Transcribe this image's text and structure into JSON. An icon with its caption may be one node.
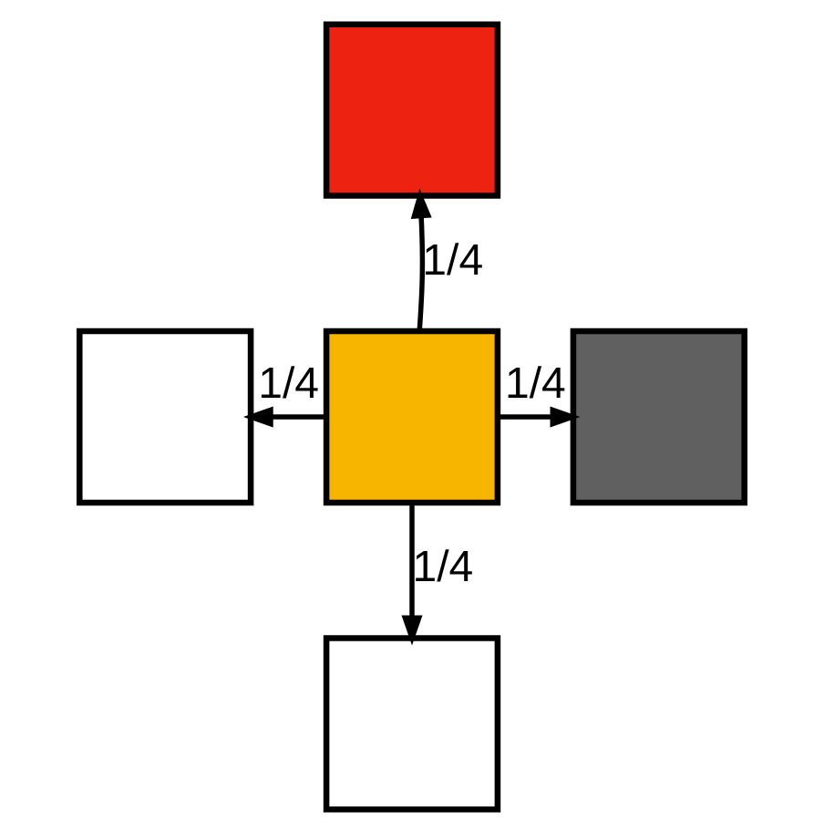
{
  "diagram": {
    "nodes": [
      {
        "text": [],
        "shape": "box"
      },
      {
        "text": [],
        "shape": "box"
      },
      {
        "text": [],
        "shape": "box"
      },
      {
        "text": [],
        "shape": "box"
      },
      {
        "text": [],
        "shape": "box"
      }
    ],
    "edges": [
      {
        "from": 2,
        "to": 0,
        "arrow": "to",
        "label": "1/4"
      },
      {
        "from": 2,
        "to": 3,
        "arrow": "to",
        "label": "1/4"
      },
      {
        "from": 2,
        "to": 1,
        "arrow": "to",
        "label": "1/4"
      },
      {
        "from": 2,
        "to": 4,
        "arrow": "to",
        "label": "1/4"
      }
    ]
  }
}
